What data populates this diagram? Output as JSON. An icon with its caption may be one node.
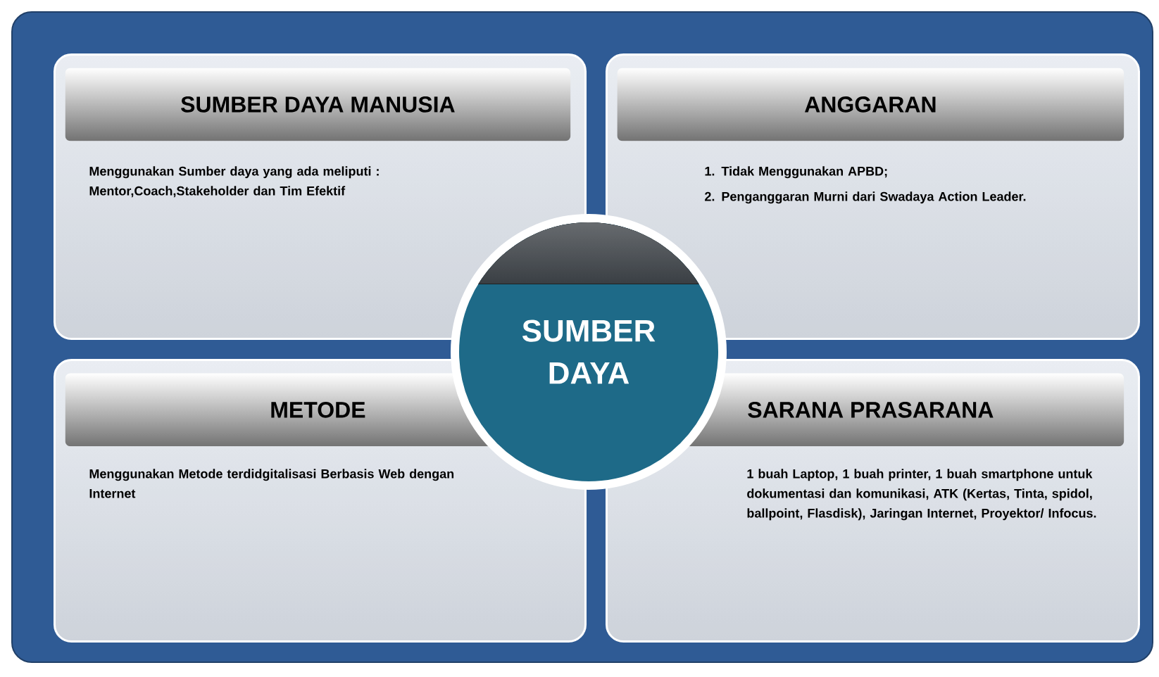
{
  "diagram": {
    "nodes": [
      {
        "text": [],
        "shape": "box"
      },
      {
        "text": [
          "SUMBER DAYA MANUSIA",
          "Menggunakan Sumber daya yang ada meliputi : Mentor,Coach,Stakeholder dan Tim Efektif"
        ],
        "in": 0
      },
      {
        "text": [
          "ANGGARAN",
          "1. Tidak Menggunakan APBD;",
          "2. Penganggaran Murni dari Swadaya Action Leader."
        ],
        "in": 0
      },
      {
        "text": [
          "SUMBER DAYA"
        ],
        "in": 0
      },
      {
        "text": [
          "METODE",
          "Menggunakan Metode terdidgitalisasi Berbasis Web dengan Internet"
        ],
        "in": 0
      },
      {
        "text": [
          "SARANA PRASARANA",
          "1 buah Laptop, 1 buah printer, 1 buah smartphone untuk dokumentasi dan komunikasi, ATK (Kertas, Tinta, spidol, ballpoint, Flasdisk), Jaringan Internet, Proyektor/ Infocus."
        ],
        "in": 0
      }
    ],
    "edges": []
  }
}
